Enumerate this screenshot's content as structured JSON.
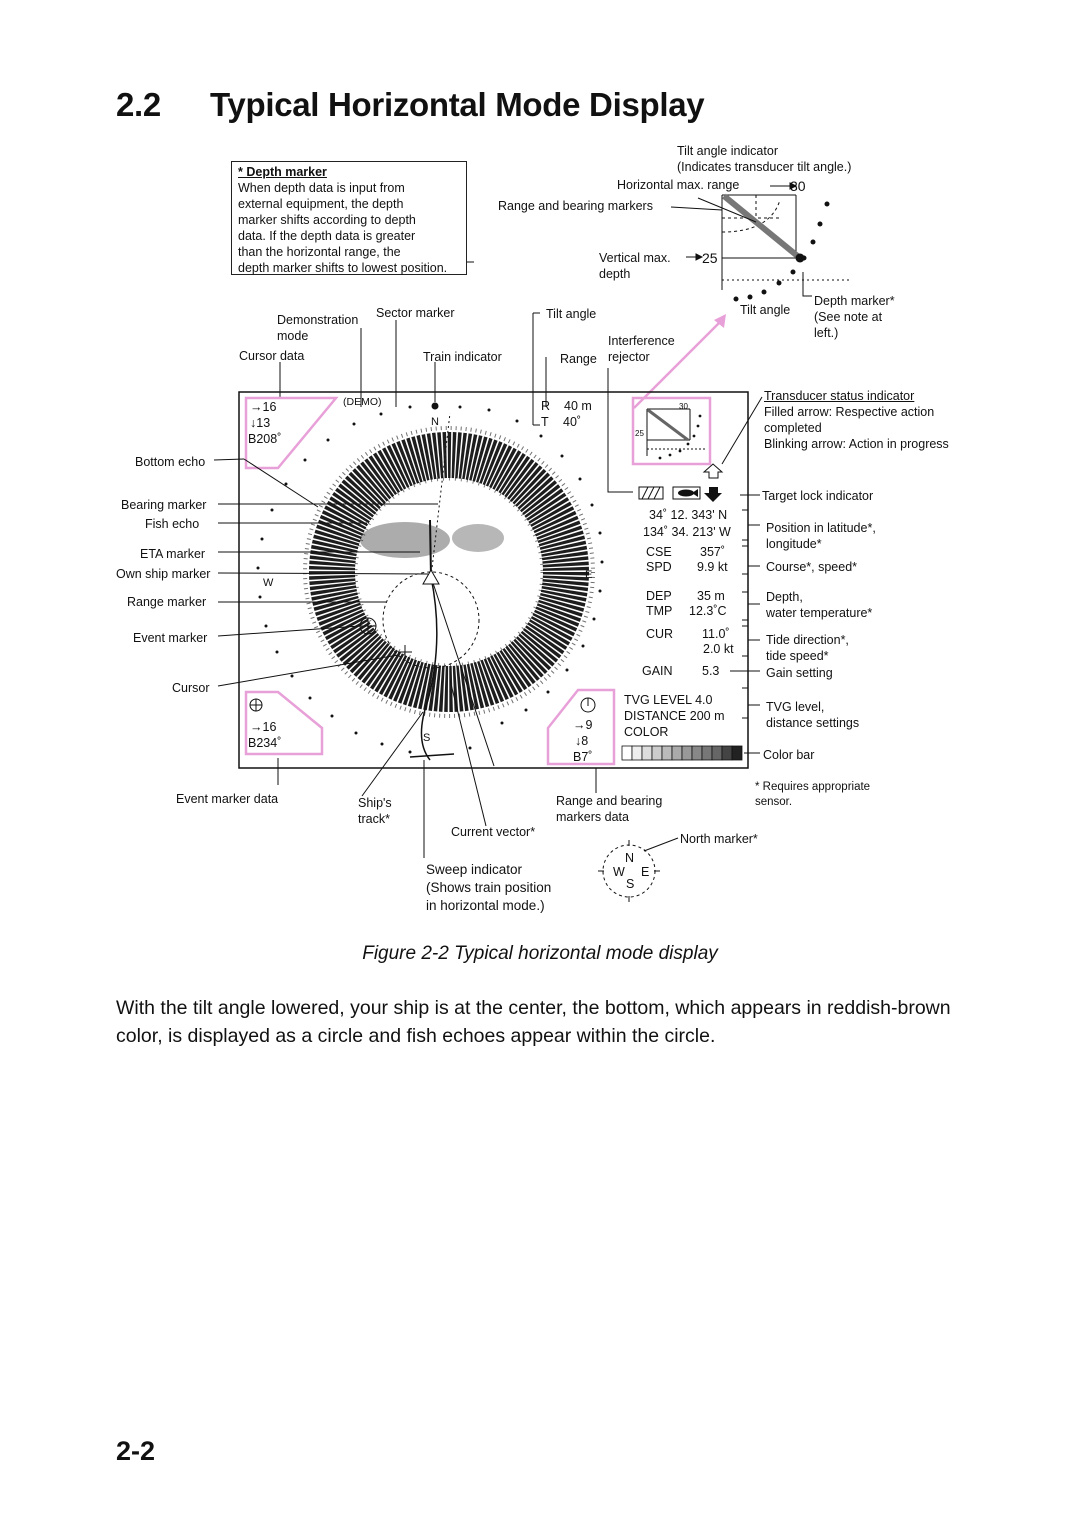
{
  "section": {
    "number": "2.2",
    "title": "Typical Horizontal Mode Display"
  },
  "depth_marker_note": {
    "heading": "* Depth marker",
    "body": "When depth data is input from\nexternal equipment, the depth\nmarker shifts according to depth\ndata. If the depth data is greater\nthan the horizontal range, the\ndepth marker shifts to lowest position."
  },
  "inset": {
    "tilt_angle_indicator": "Tilt angle indicator",
    "tilt_angle_indicator_desc": "(Indicates transducer tilt angle.)",
    "horizontal_max_range": "Horizontal max. range",
    "horizontal_max_value": "30",
    "range_bearing_markers": "Range and bearing markers",
    "vertical_max_depth": "Vertical max.\ndepth",
    "vertical_max_value": "25",
    "tilt_angle": "Tilt angle",
    "depth_marker": "Depth marker*\n(See note at\nleft.)"
  },
  "callouts": {
    "demonstration_mode": "Demonstration\nmode",
    "sector_marker": "Sector marker",
    "tilt_angle": "Tilt angle",
    "cursor_data": "Cursor data",
    "train_indicator": "Train indicator",
    "range": "Range",
    "interference_rejector": "Interference\nrejector",
    "transducer_status_indicator": "Transducer status indicator",
    "transducer_status_desc": "Filled arrow:  Respective action\ncompleted\nBlinking arrow: Action in progress",
    "bottom_echo": "Bottom echo",
    "bearing_marker": "Bearing marker",
    "fish_echo": "Fish echo",
    "eta_marker": "ETA marker",
    "own_ship_marker": "Own ship marker",
    "range_marker": "Range marker",
    "event_marker": "Event marker",
    "cursor": "Cursor",
    "target_lock_indicator": "Target lock indicator",
    "position": "Position in latitude*,\nlongitude*",
    "course_speed": "Course*, speed*",
    "depth_temp": "Depth,\nwater temperature*",
    "tide": "Tide direction*,\ntide speed*",
    "gain_setting": "Gain setting",
    "tvg_settings": "TVG level,\ndistance settings",
    "color_bar": "Color bar",
    "requires_sensor": "* Requires appropriate\n  sensor.",
    "event_marker_data": "Event marker data",
    "ships_track": "Ship's\ntrack*",
    "current_vector": "Current vector*",
    "range_bearing_data": "Range and bearing\nmarkers data",
    "north_marker": "North marker*",
    "sweep_indicator": "Sweep indicator",
    "sweep_indicator_desc": "(Shows train position\nin horizontal mode.)"
  },
  "screen": {
    "demo": "(DEMO)",
    "cursor_range": "→16",
    "cursor_depth": "↓13",
    "cursor_bearing": "B208˚",
    "range_label": "R",
    "range_value": "40 m",
    "tilt_label": "T",
    "tilt_value": "40˚",
    "compass_n": "N",
    "compass_w": "W",
    "compass_e": "E",
    "compass_s": "S",
    "mini_30": "30",
    "mini_25": "25",
    "lat": "34˚ 12. 343' N",
    "lon": "134˚ 34. 213' W",
    "cse_label": "CSE",
    "cse_value": "357˚",
    "spd_label": "SPD",
    "spd_value": "9.9 kt",
    "dep_label": "DEP",
    "dep_value": "35  m",
    "tmp_label": "TMP",
    "tmp_value": "12.3˚C",
    "cur_label": "CUR",
    "cur_dir": "11.0˚",
    "cur_speed": "2.0 kt",
    "gain_label": "GAIN",
    "gain_value": "5.3",
    "tvg_level": "TVG LEVEL 4.0",
    "distance": "DISTANCE 200 m",
    "color": "COLOR",
    "event_range": "→16",
    "event_bearing": "B234˚",
    "rb_range": "→9",
    "rb_depth": "↓8",
    "rb_bearing": "B7˚"
  },
  "north_marker_compass": {
    "n": "N",
    "w": "W",
    "e": "E",
    "s": "S"
  },
  "figure_caption": "Figure 2-2 Typical horizontal mode display",
  "paragraph": "With the tilt angle lowered, your ship is at the center, the bottom, which appears in reddish-brown color, is displayed as a circle and fish echoes appear within the circle.",
  "page_number": "2-2"
}
